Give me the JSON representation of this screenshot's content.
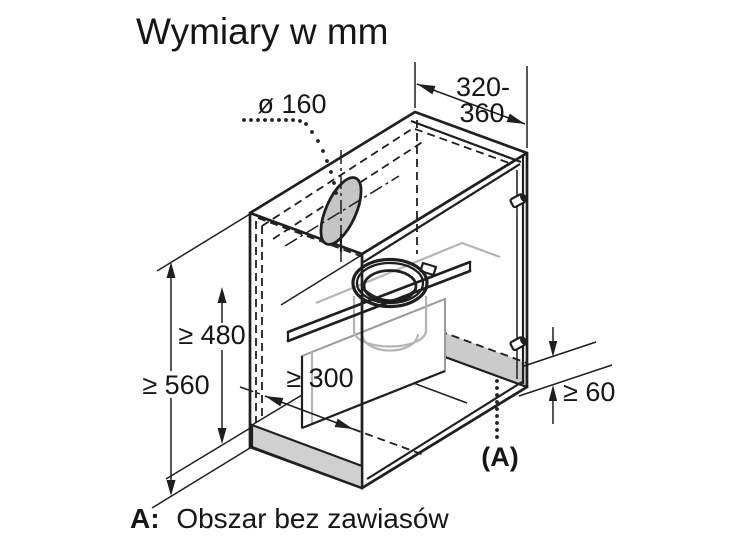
{
  "title": "Wymiary w mm",
  "note": {
    "prefix": "A:",
    "text": "Obszar bez zawiasów"
  },
  "dims": {
    "duct_diameter": "ø 160",
    "top_depth_line1": "320-",
    "top_depth_line2": "360",
    "inner_height": "≥ 480",
    "overall_height": "≥ 560",
    "bottom_depth": "≥ 300",
    "hinge_free_height": "≥ 60",
    "hinge_free_area": "(A)"
  },
  "colors": {
    "line": "#1f1f1f",
    "panel_gray": "#d0d0d0",
    "area_gray": "#cbcbcb",
    "duct_gray": "#c5c5c5",
    "light_line": "#b5b5b5",
    "background": "#ffffff"
  }
}
